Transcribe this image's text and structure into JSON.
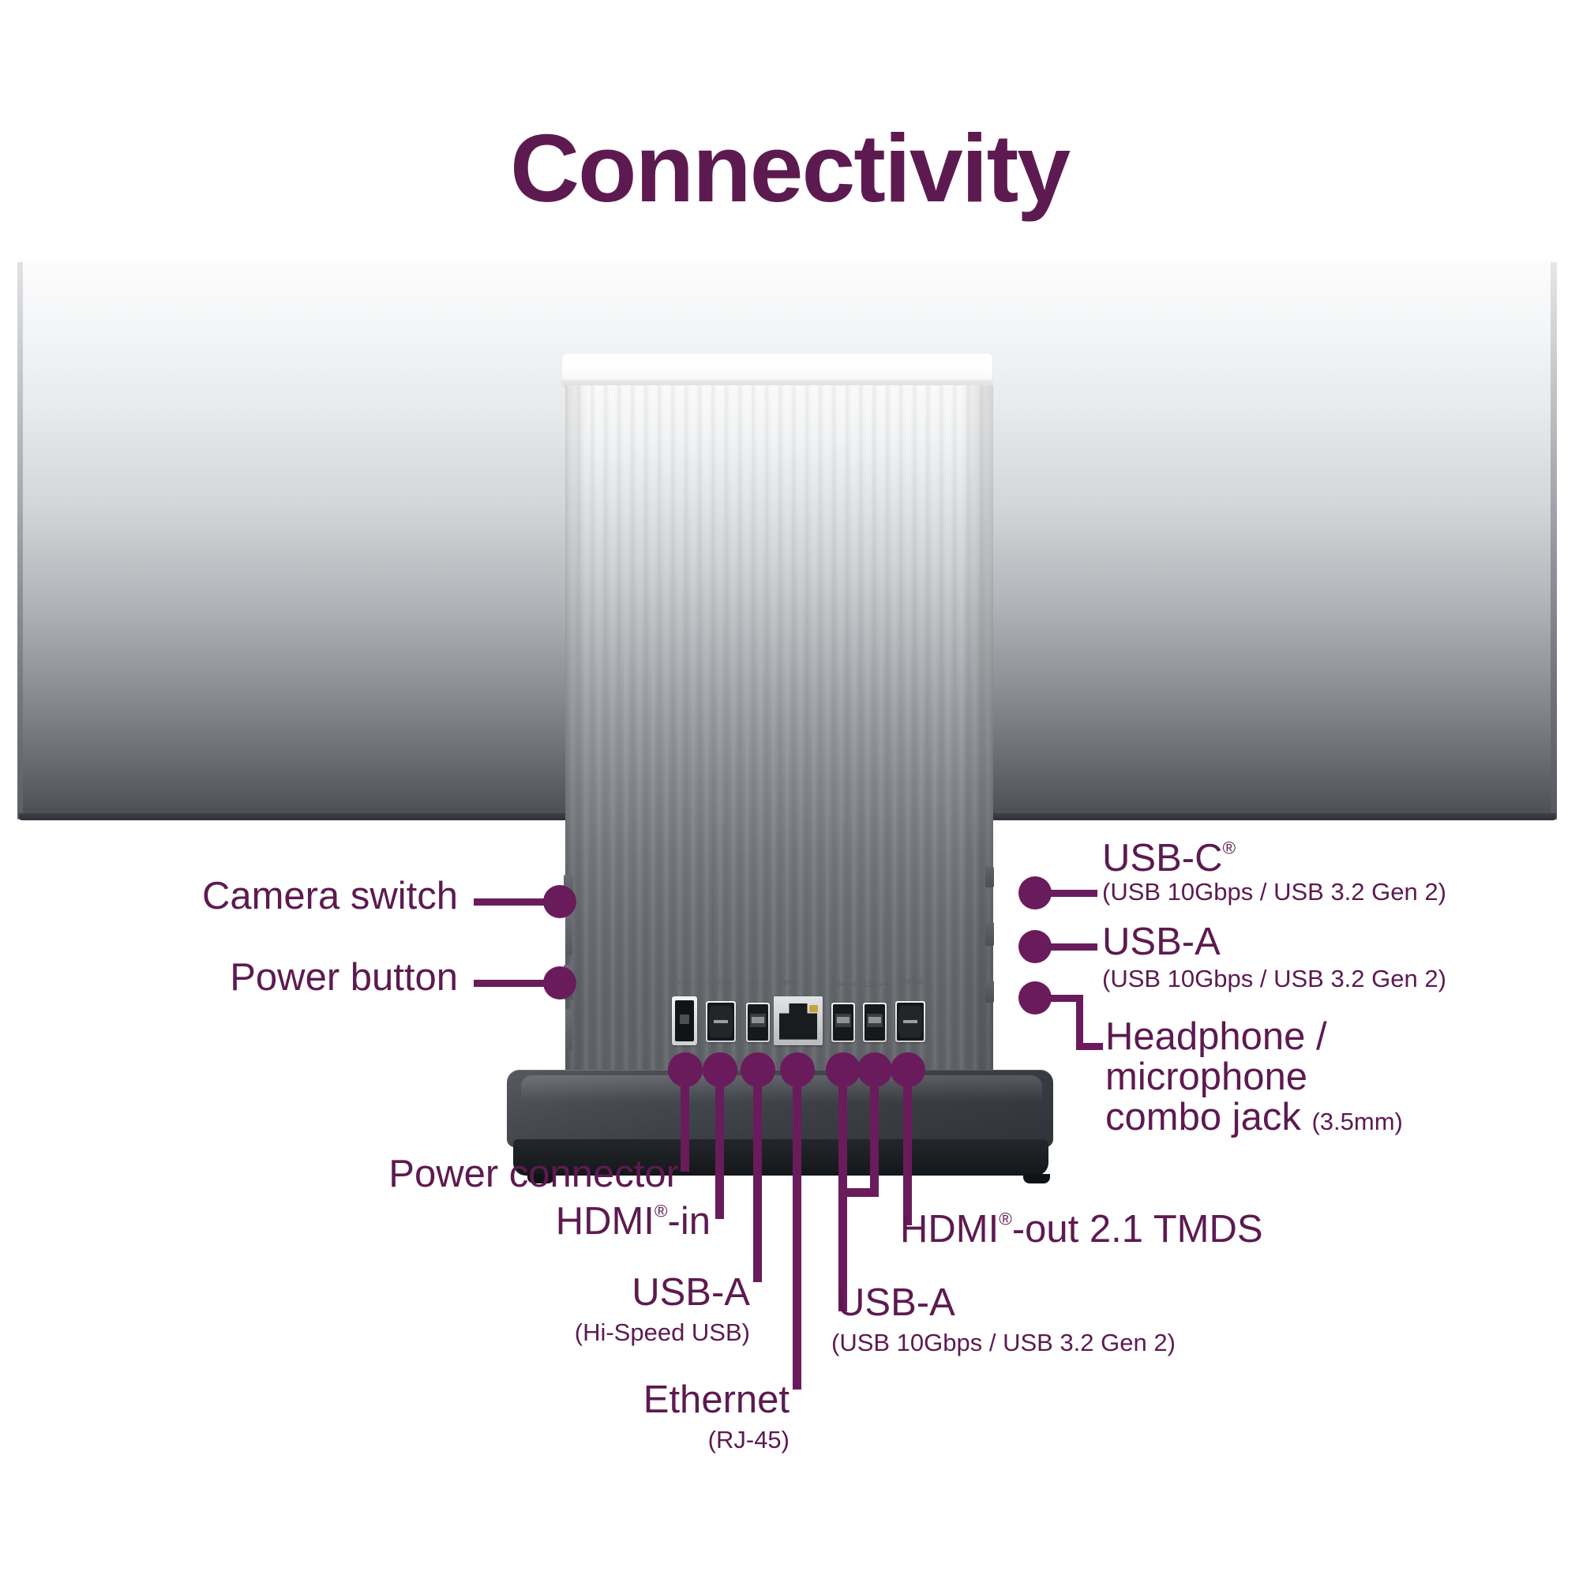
{
  "page": {
    "title": "Connectivity",
    "accent_color": "#5D1A50",
    "callout_color": "#6A1B5C",
    "background": "#ffffff"
  },
  "device": {
    "type": "all-in-one-desktop-rear-view",
    "parts": {
      "display_panel": "monitor-back-panel",
      "stand_column": "ribbed-stand-column",
      "stand_base": "stand-base"
    }
  },
  "callouts": {
    "left": [
      {
        "id": "camera-switch",
        "label": "Camera switch",
        "sub": "",
        "target": "column-left-edge-switch"
      },
      {
        "id": "power-button",
        "label": "Power button",
        "sub": "",
        "target": "column-left-edge-power"
      }
    ],
    "right": [
      {
        "id": "usb-c",
        "label": "USB-C",
        "has_registered_mark": true,
        "sub": "(USB 10Gbps / USB 3.2 Gen 2)",
        "target": "column-right-edge-usb-c"
      },
      {
        "id": "usb-a-right",
        "label": "USB-A",
        "has_registered_mark": false,
        "sub": "(USB 10Gbps / USB 3.2 Gen 2)",
        "target": "column-right-edge-usb-a"
      },
      {
        "id": "headphone-mic-combo",
        "label_line1": "Headphone /",
        "label_line2": "microphone",
        "label_line3": "combo jack",
        "inline_sub": "(3.5mm)",
        "target": "column-right-edge-audio-jack"
      }
    ],
    "bottom": [
      {
        "id": "power-connector",
        "label": "Power connector",
        "sub": "",
        "port_index": 0
      },
      {
        "id": "hdmi-in",
        "label": "HDMI",
        "has_registered_mark": true,
        "label_suffix": "-in",
        "sub": "",
        "port_index": 1
      },
      {
        "id": "usb-a-hispeed",
        "label": "USB-A",
        "sub": "(Hi-Speed USB)",
        "port_index": 2
      },
      {
        "id": "ethernet",
        "label": "Ethernet",
        "sub": "(RJ-45)",
        "port_index": 3
      },
      {
        "id": "usb-a-10gbps",
        "label": "USB-A",
        "sub": "(USB 10Gbps / USB 3.2 Gen 2)",
        "port_index": 4
      },
      {
        "id": "hdmi-out",
        "label": "HDMI",
        "has_registered_mark": true,
        "label_suffix": "-out 2.1 TMDS",
        "sub": "",
        "port_index": 6
      }
    ]
  },
  "ports": [
    {
      "index": 0,
      "name": "power-connector",
      "icon": "⊂⊃",
      "type": "power"
    },
    {
      "index": 1,
      "name": "hdmi-in-port",
      "icon": "HDMI",
      "type": "hdmi"
    },
    {
      "index": 2,
      "name": "usb-a-port-1",
      "icon": "USB",
      "type": "usb-a"
    },
    {
      "index": 3,
      "name": "ethernet-port",
      "icon": "LAN",
      "type": "rj45"
    },
    {
      "index": 4,
      "name": "usb-a-port-2",
      "icon": "10",
      "type": "usb-a"
    },
    {
      "index": 5,
      "name": "usb-a-port-3",
      "icon": "10",
      "type": "usb-a"
    },
    {
      "index": 6,
      "name": "hdmi-out-port",
      "icon": "HDMI",
      "type": "hdmi"
    }
  ],
  "labels": {
    "camera_switch": "Camera switch",
    "power_button": "Power button",
    "usb_c": "USB-C",
    "usb_c_sub": "(USB 10Gbps / USB 3.2 Gen 2)",
    "usb_a_right": "USB-A",
    "usb_a_right_sub": "(USB 10Gbps / USB 3.2 Gen 2)",
    "headphone_l1": "Headphone /",
    "headphone_l2": "microphone",
    "headphone_l3": "combo jack",
    "headphone_mm": "(3.5mm)",
    "power_connector": "Power connector",
    "hdmi_in": "HDMI",
    "hdmi_in_suffix": "-in",
    "usb_a_hispeed": "USB-A",
    "usb_a_hispeed_sub": "(Hi-Speed USB)",
    "ethernet": "Ethernet",
    "ethernet_sub": "(RJ-45)",
    "usb_a_bottom": "USB-A",
    "usb_a_bottom_sub": "(USB 10Gbps / USB 3.2 Gen 2)",
    "hdmi_out": "HDMI",
    "hdmi_out_suffix": "-out 2.1 TMDS"
  }
}
